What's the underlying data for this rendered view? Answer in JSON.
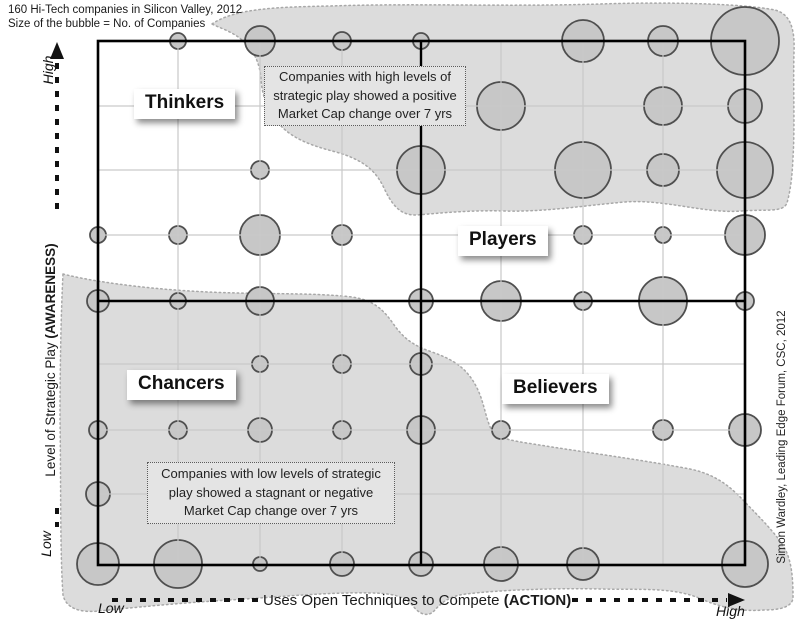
{
  "header": {
    "title": "160 Hi-Tech companies in Silicon Valley, 2012",
    "subtitle": "Size of the bubble = No. of Companies"
  },
  "attribution": "Simon Wardley, Leading Edge Forum, CSC, 2012",
  "chart_data": {
    "type": "scatter",
    "subtype": "bubble-grid-quadrant",
    "title": "160 Hi-Tech companies in Silicon Valley, 2012",
    "subtitle": "Size of the bubble = No. of Companies",
    "x_axis": {
      "label": "Uses Open Techniques to Compete",
      "emphasis": "(ACTION)",
      "min_label": "Low",
      "max_label": "High"
    },
    "y_axis": {
      "label": "Level of Strategic Play",
      "emphasis": "(AWARENESS)",
      "min_label": "Low",
      "max_label": "High"
    },
    "quadrants": {
      "top_left": "Thinkers",
      "top_right": "Players",
      "bottom_left": "Chancers",
      "bottom_right": "Believers"
    },
    "annotations": {
      "high_region": "Companies with high levels of strategic play showed a positive Market Cap change over 7 yrs",
      "low_region": "Companies with low levels of strategic play showed a stagnant or negative Market Cap change over 7 yrs"
    },
    "grid": {
      "columns": 9,
      "rows": 9
    },
    "bubble_units": "col,row = grid intersection indices (0,0 = top-left of plot); r = bubble radius in px (proportional to No. of Companies)",
    "bubbles": [
      {
        "col": 1,
        "row": 0,
        "r": 8
      },
      {
        "col": 2,
        "row": 0,
        "r": 15
      },
      {
        "col": 3,
        "row": 0,
        "r": 9
      },
      {
        "col": 4,
        "row": 0,
        "r": 8
      },
      {
        "col": 6,
        "row": 0,
        "r": 21
      },
      {
        "col": 7,
        "row": 0,
        "r": 15
      },
      {
        "col": 8,
        "row": 0,
        "r": 34
      },
      {
        "col": 5,
        "row": 1,
        "r": 24
      },
      {
        "col": 7,
        "row": 1,
        "r": 19
      },
      {
        "col": 8,
        "row": 1,
        "r": 17
      },
      {
        "col": 2,
        "row": 2,
        "r": 9
      },
      {
        "col": 4,
        "row": 2,
        "r": 24
      },
      {
        "col": 6,
        "row": 2,
        "r": 28
      },
      {
        "col": 7,
        "row": 2,
        "r": 16
      },
      {
        "col": 8,
        "row": 2,
        "r": 28
      },
      {
        "col": 0,
        "row": 3,
        "r": 8
      },
      {
        "col": 1,
        "row": 3,
        "r": 9
      },
      {
        "col": 2,
        "row": 3,
        "r": 20
      },
      {
        "col": 3,
        "row": 3,
        "r": 10
      },
      {
        "col": 6,
        "row": 3,
        "r": 9
      },
      {
        "col": 7,
        "row": 3,
        "r": 8
      },
      {
        "col": 8,
        "row": 3,
        "r": 20
      },
      {
        "col": 0,
        "row": 4,
        "r": 11
      },
      {
        "col": 1,
        "row": 4,
        "r": 8
      },
      {
        "col": 2,
        "row": 4,
        "r": 14
      },
      {
        "col": 4,
        "row": 4,
        "r": 12
      },
      {
        "col": 5,
        "row": 4,
        "r": 20
      },
      {
        "col": 6,
        "row": 4,
        "r": 9
      },
      {
        "col": 7,
        "row": 4,
        "r": 24
      },
      {
        "col": 8,
        "row": 4,
        "r": 9
      },
      {
        "col": 2,
        "row": 5,
        "r": 8
      },
      {
        "col": 3,
        "row": 5,
        "r": 9
      },
      {
        "col": 4,
        "row": 5,
        "r": 11
      },
      {
        "col": 0,
        "row": 6,
        "r": 9
      },
      {
        "col": 1,
        "row": 6,
        "r": 9
      },
      {
        "col": 2,
        "row": 6,
        "r": 12
      },
      {
        "col": 3,
        "row": 6,
        "r": 9
      },
      {
        "col": 4,
        "row": 6,
        "r": 14
      },
      {
        "col": 5,
        "row": 6,
        "r": 9
      },
      {
        "col": 7,
        "row": 6,
        "r": 10
      },
      {
        "col": 8,
        "row": 6,
        "r": 16
      },
      {
        "col": 0,
        "row": 7,
        "r": 12
      },
      {
        "col": 0,
        "row": 8,
        "r": 21
      },
      {
        "col": 1,
        "row": 8,
        "r": 24
      },
      {
        "col": 2,
        "row": 8,
        "r": 7
      },
      {
        "col": 3,
        "row": 8,
        "r": 12
      },
      {
        "col": 4,
        "row": 8,
        "r": 12
      },
      {
        "col": 5,
        "row": 8,
        "r": 17
      },
      {
        "col": 6,
        "row": 8,
        "r": 16
      },
      {
        "col": 8,
        "row": 8,
        "r": 23
      }
    ],
    "colors": {
      "bubble_fill": "#c7c7c7",
      "bubble_stroke": "#4f4f4f",
      "region_fill": "#dcdcdc",
      "region_stroke": "#a8a8a8",
      "gridline": "#c9c9c9",
      "frame": "#000000"
    }
  }
}
